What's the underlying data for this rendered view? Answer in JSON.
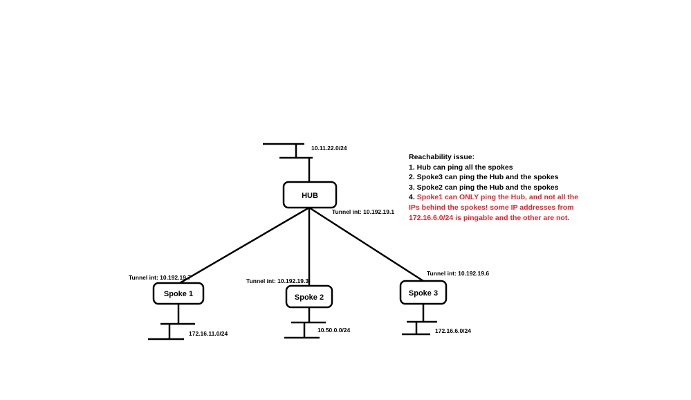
{
  "colors": {
    "line": "#000000",
    "node_border": "#000000",
    "node_fill": "#ffffff",
    "highlight": "#e8202a"
  },
  "hub": {
    "label": "HUB",
    "network": "10.11.22.0/24",
    "tunnel": "Tunnel int: 10.192.19.1"
  },
  "spokes": [
    {
      "label": "Spoke 1",
      "tunnel": "Tunnel int: 10.192.19.7",
      "network": "172.16.11.0/24"
    },
    {
      "label": "Spoke 2",
      "tunnel": "Tunnel int: 10.192.19.3",
      "network": "10.50.0.0/24"
    },
    {
      "label": "Spoke 3",
      "tunnel": "Tunnel int: 10.192.19.6",
      "network": "172.16.6.0/24"
    }
  ],
  "notes": {
    "title": "Reachability issue:",
    "item1": "1. Hub can ping all the spokes",
    "item2": "2. Spoke3 can ping the Hub and the spokes",
    "item3": "3. Spoke2 can ping the Hub and the spokes",
    "item4_prefix": "4. ",
    "item4_line1": "Spoke1 can ONLY ping the Hub, and not all the",
    "item4_line2": "IPs behind the spokes! some IP addresses from",
    "item4_line3": "172.16.6.0/24 is pingable and the other are not."
  }
}
